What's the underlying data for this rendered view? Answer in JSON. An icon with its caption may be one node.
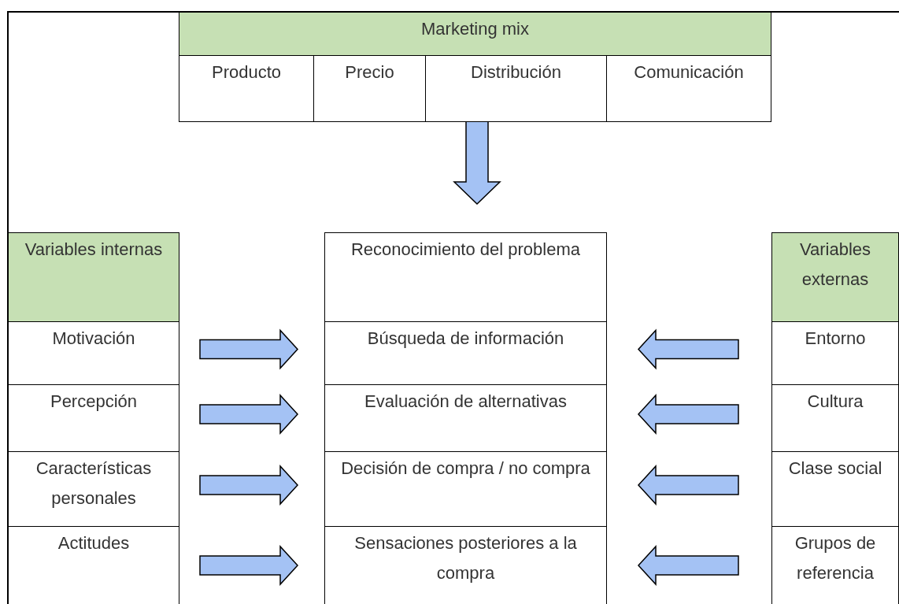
{
  "diagram": {
    "nodes": [
      {
        "text": [
          "Marketing mix"
        ]
      },
      {
        "text": [
          "Producto"
        ]
      },
      {
        "text": [
          "Precio"
        ]
      },
      {
        "text": [
          "Distribución"
        ]
      },
      {
        "text": [
          "Comunicación"
        ]
      },
      {
        "text": [
          "Variables internas"
        ]
      },
      {
        "text": [
          "Motivación"
        ]
      },
      {
        "text": [
          "Percepción"
        ]
      },
      {
        "text": [
          "Características personales"
        ]
      },
      {
        "text": [
          "Actitudes"
        ]
      },
      {
        "text": [
          "Reconocimiento del problema"
        ]
      },
      {
        "text": [
          "Búsqueda de información"
        ]
      },
      {
        "text": [
          "Evaluación de alternativas"
        ]
      },
      {
        "text": [
          "Decisión de compra / no compra"
        ]
      },
      {
        "text": [
          "Sensaciones posteriores a la compra"
        ]
      },
      {
        "text": [
          "Variables externas"
        ]
      },
      {
        "text": [
          "Entorno"
        ]
      },
      {
        "text": [
          "Cultura"
        ]
      },
      {
        "text": [
          "Clase social"
        ]
      },
      {
        "text": [
          "Grupos de referencia"
        ]
      }
    ],
    "edges": [
      {
        "from": 0,
        "to": 10,
        "arrow": "to"
      },
      {
        "from": 6,
        "to": 11,
        "arrow": "to"
      },
      {
        "from": 7,
        "to": 12,
        "arrow": "to"
      },
      {
        "from": 8,
        "to": 13,
        "arrow": "to"
      },
      {
        "from": 9,
        "to": 14,
        "arrow": "to"
      },
      {
        "from": 16,
        "to": 11,
        "arrow": "to"
      },
      {
        "from": 17,
        "to": 12,
        "arrow": "to"
      },
      {
        "from": 18,
        "to": 13,
        "arrow": "to"
      },
      {
        "from": 19,
        "to": 14,
        "arrow": "to"
      }
    ]
  }
}
